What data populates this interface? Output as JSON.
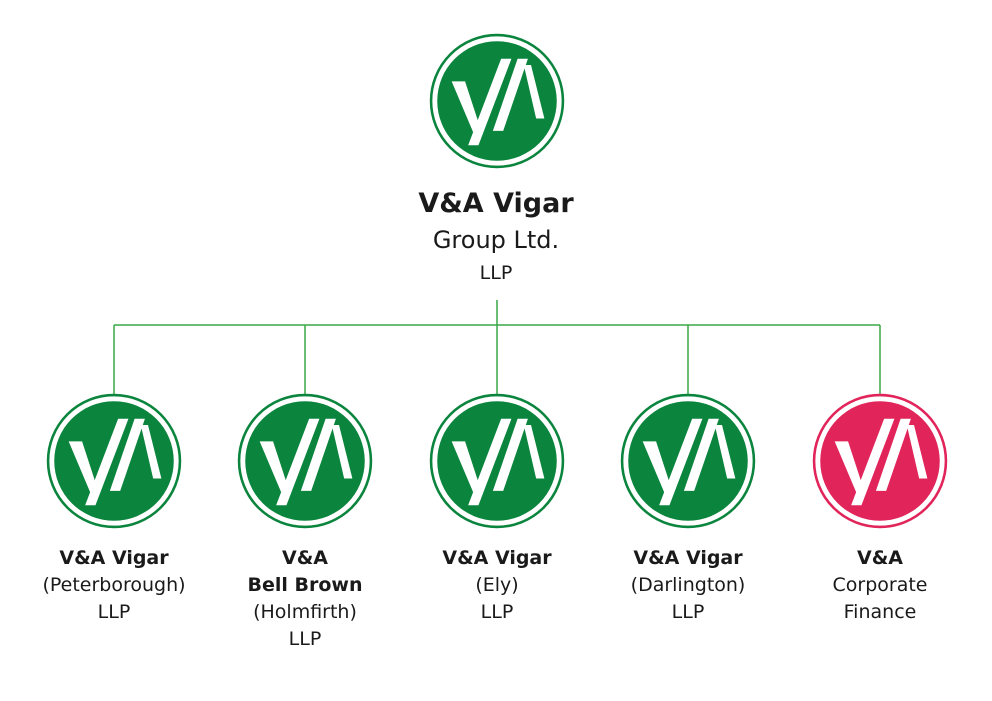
{
  "colors": {
    "green": "#0b853e",
    "red": "#e1245a",
    "line": "#39a845"
  },
  "logo_icon": "va-vigar-logo-icon",
  "parent": {
    "name": "V&A Vigar",
    "subtitle": "Group Ltd.",
    "type": "LLP"
  },
  "children": [
    {
      "lines": [
        "V&A Vigar",
        "(Peterborough)",
        "LLP"
      ],
      "bold_count": 1,
      "color": "green"
    },
    {
      "lines": [
        "V&A",
        "Bell Brown",
        "(Holmfirth)",
        "LLP"
      ],
      "bold_count": 2,
      "color": "green"
    },
    {
      "lines": [
        "V&A Vigar",
        "(Ely)",
        "LLP"
      ],
      "bold_count": 1,
      "color": "green"
    },
    {
      "lines": [
        "V&A Vigar",
        "(Darlington)",
        "LLP"
      ],
      "bold_count": 1,
      "color": "green"
    },
    {
      "lines": [
        "V&A",
        "Corporate",
        "Finance"
      ],
      "bold_count": 1,
      "color": "red"
    }
  ]
}
